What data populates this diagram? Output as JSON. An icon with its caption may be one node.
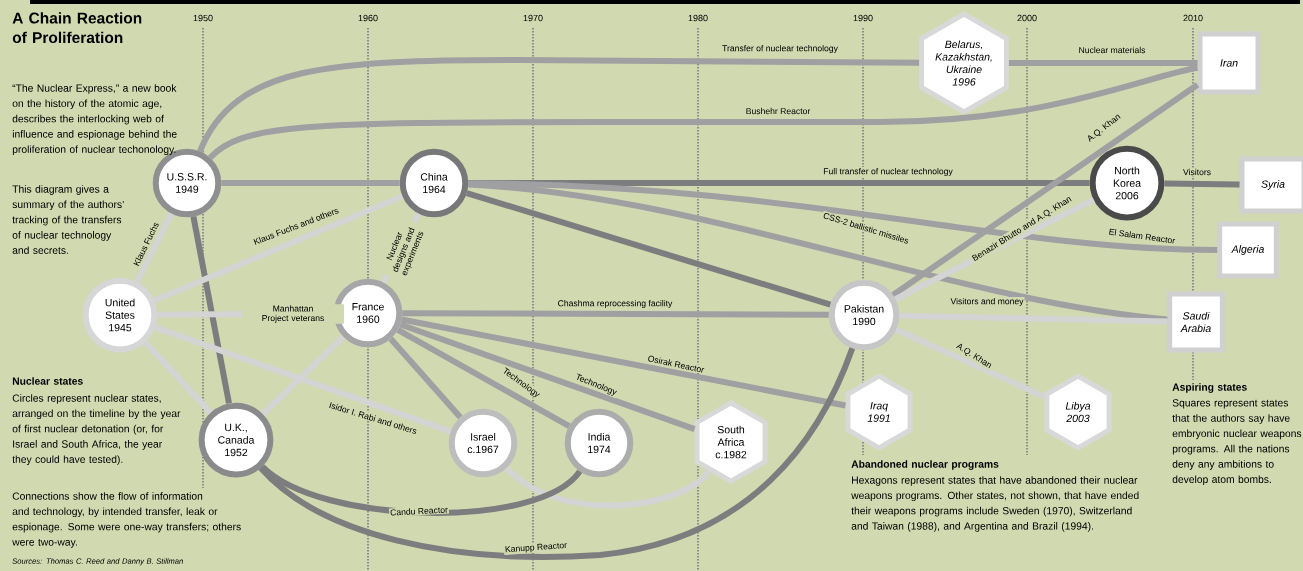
{
  "diagram": {
    "title": "A Chain Reaction of Proliferation",
    "nodes": [
      {
        "text": [
          "U.S.S.R.",
          "1949"
        ]
      },
      {
        "text": [
          "China",
          "1964"
        ]
      },
      {
        "text": [
          "United States",
          "1945"
        ]
      },
      {
        "text": [
          "France",
          "1960"
        ]
      },
      {
        "text": [
          "U.K., Canada",
          "1952"
        ]
      },
      {
        "text": [
          "Israel",
          "c.1967"
        ]
      },
      {
        "text": [
          "India",
          "1974"
        ]
      },
      {
        "text": [
          "South Africa",
          "c.1982"
        ]
      },
      {
        "text": [
          "Pakistan",
          "1990"
        ]
      },
      {
        "text": [
          "North Korea",
          "2006"
        ]
      },
      {
        "text": [
          "Belarus, Kazakhstan, Ukraine",
          "1996"
        ]
      },
      {
        "text": [
          "Iraq",
          "1991"
        ]
      },
      {
        "text": [
          "Libya",
          "2003"
        ]
      },
      {
        "text": [
          "Iran"
        ]
      },
      {
        "text": [
          "Syria"
        ]
      },
      {
        "text": [
          "Algeria"
        ]
      },
      {
        "text": [
          "Saudi Arabia"
        ]
      }
    ],
    "edges": [
      {
        "from": 0,
        "to": 10,
        "arrow": "none",
        "label": "Transfer of nuclear technology"
      },
      {
        "from": 10,
        "to": 13,
        "arrow": "none",
        "label": "Nuclear materials"
      },
      {
        "from": 0,
        "to": 13,
        "arrow": "none",
        "label": "Bushehr Reactor"
      },
      {
        "from": 0,
        "to": 1,
        "arrow": "none"
      },
      {
        "from": 0,
        "to": 4,
        "arrow": "none",
        "color": "#7d7d7f"
      },
      {
        "from": 2,
        "to": 0,
        "arrow": "none",
        "label": "Klaus Fuchs",
        "color": "#d4d4d4"
      },
      {
        "from": 2,
        "to": 1,
        "arrow": "none",
        "label": "Klaus Fuchs and others",
        "color": "#d4d4d4"
      },
      {
        "from": 2,
        "to": 3,
        "arrow": "none",
        "label": "Manhattan Project veterans",
        "color": "#d4d4d4"
      },
      {
        "from": 2,
        "to": 4,
        "arrow": "none",
        "color": "#d4d4d4"
      },
      {
        "from": 2,
        "to": 5,
        "arrow": "none",
        "label": "Isidor I. Rabi and others",
        "color": "#d4d4d4"
      },
      {
        "from": 3,
        "to": 1,
        "arrow": "none",
        "label": "Nuclear designs and experiments",
        "color": "#d4d4d4"
      },
      {
        "from": 3,
        "to": 4,
        "arrow": "none",
        "color": "#d4d4d4"
      },
      {
        "from": 3,
        "to": 8,
        "arrow": "none",
        "label": "Chashma reprocessing facility"
      },
      {
        "from": 3,
        "to": 11,
        "arrow": "none",
        "label": "Osirak Reactor"
      },
      {
        "from": 3,
        "to": 5,
        "arrow": "none"
      },
      {
        "from": 3,
        "to": 6,
        "arrow": "none",
        "label": "Technology"
      },
      {
        "from": 3,
        "to": 7,
        "arrow": "none",
        "label": "Technology"
      },
      {
        "from": 5,
        "to": 7,
        "arrow": "none",
        "color": "#d4d4d4"
      },
      {
        "from": 4,
        "to": 6,
        "arrow": "none",
        "label": "Candu Reactor",
        "color": "#7d7d7f"
      },
      {
        "from": 4,
        "to": 8,
        "arrow": "none",
        "label": "Kanupp Reactor",
        "color": "#7d7d7f"
      },
      {
        "from": 1,
        "to": 8,
        "arrow": "none",
        "color": "#7d7d7f"
      },
      {
        "from": 1,
        "to": 9,
        "arrow": "none",
        "label": "Full transfer of nuclear technology",
        "color": "#7d7d7f"
      },
      {
        "from": 1,
        "to": 15,
        "arrow": "none",
        "label": "El Salam Reactor"
      },
      {
        "from": 1,
        "to": 16,
        "arrow": "none",
        "label": "CSS-2 ballistic missiles"
      },
      {
        "from": 8,
        "to": 13,
        "arrow": "none",
        "label": "A.Q. Khan"
      },
      {
        "from": 8,
        "to": 9,
        "arrow": "none",
        "label": "Benazir Bhutto and A.Q. Khan",
        "color": "#d4d4d4"
      },
      {
        "from": 8,
        "to": 16,
        "arrow": "none",
        "label": "Visitors and money",
        "color": "#d4d4d4"
      },
      {
        "from": 8,
        "to": 12,
        "arrow": "none",
        "label": "A.Q. Khan",
        "color": "#d4d4d4"
      },
      {
        "from": 9,
        "to": 14,
        "arrow": "none",
        "label": "Visitors",
        "color": "#7d7d7f"
      }
    ],
    "labels": [
      "1950",
      "1960",
      "1970",
      "1980",
      "1990",
      "2000",
      "2010",
      "“The Nuclear Express,” a new book on the history of the atomic age, describes the interlocking web of influence and espionage behind the proliferation of nuclear techonology.",
      "This diagram gives a summary of the authors’ tracking of the transfers of nuclear technology and secrets.",
      "Nuclear states",
      "Circles represent nuclear states, arranged on the timeline by the year of first nuclear detonation (or, for Israel and South Africa, the year they could have tested).",
      "Connections show the flow of information and technology, by intended transfer, leak or espionage. Some were one-way transfers; others were two-way.",
      "Sources: Thomas C. Reed and Danny B. Stillman",
      "Abandoned nuclear programs",
      "Hexagons represent states that have abandoned their nuclear weapons programs. Other states, not shown, that have ended their weapons programs include Sweden (1970), Switzerland and Taiwan (1988), and Argentina and Brazil (1994).",
      "Aspiring states",
      "Squares represent states that the authors say have embryonic nuclear weapons programs. All the nations deny any ambitions to develop atom bombs."
    ]
  }
}
